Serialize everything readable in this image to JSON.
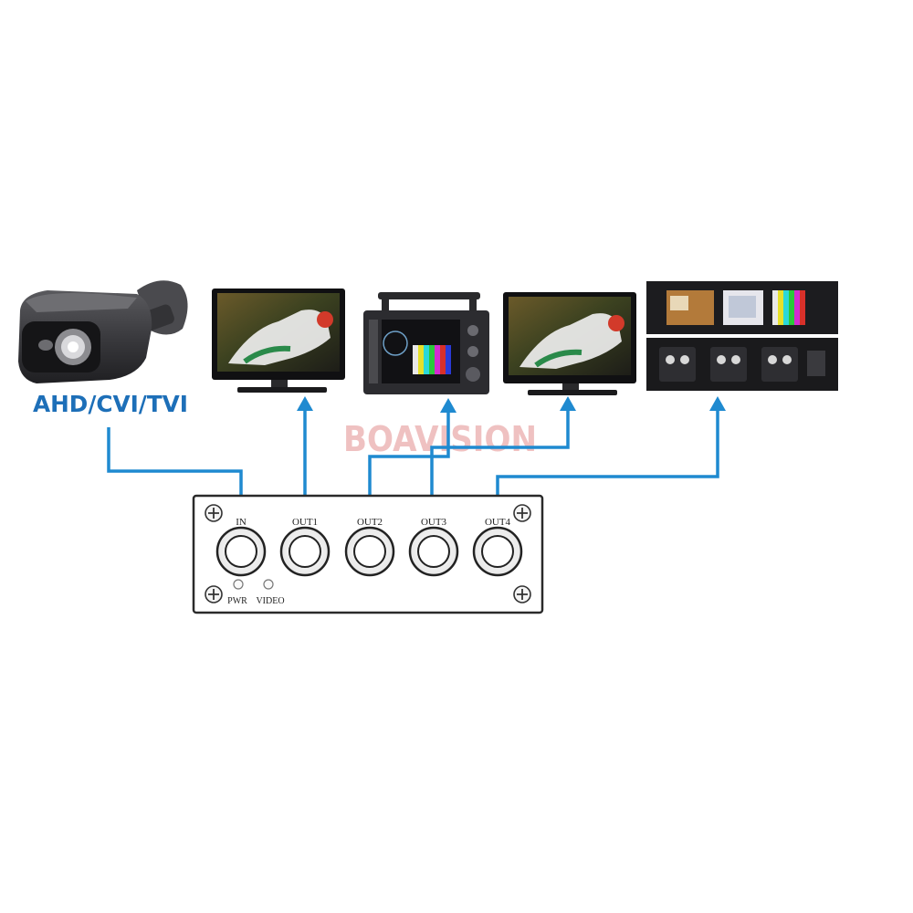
{
  "camera": {
    "format_label": "AHD/CVI/TVI",
    "icon": "bullet-camera-icon"
  },
  "watermark": {
    "text": "BOAVISION"
  },
  "splitter": {
    "ports": [
      {
        "label": "IN"
      },
      {
        "label": "OUT1"
      },
      {
        "label": "OUT2"
      },
      {
        "label": "OUT3"
      },
      {
        "label": "OUT4"
      }
    ],
    "leds": [
      {
        "label": "PWR"
      },
      {
        "label": "VIDEO"
      }
    ]
  },
  "devices": [
    {
      "name": "monitor",
      "icon": "lcd-monitor-icon"
    },
    {
      "name": "signal-analyzer",
      "icon": "test-monitor-icon"
    },
    {
      "name": "monitor",
      "icon": "lcd-monitor-icon"
    },
    {
      "name": "rack-monitor",
      "icon": "rack-monitor-icon"
    }
  ],
  "colors": {
    "arrow": "#1f8ad0",
    "label": "#1d6fb8",
    "watermark": "#e7a0a0"
  }
}
